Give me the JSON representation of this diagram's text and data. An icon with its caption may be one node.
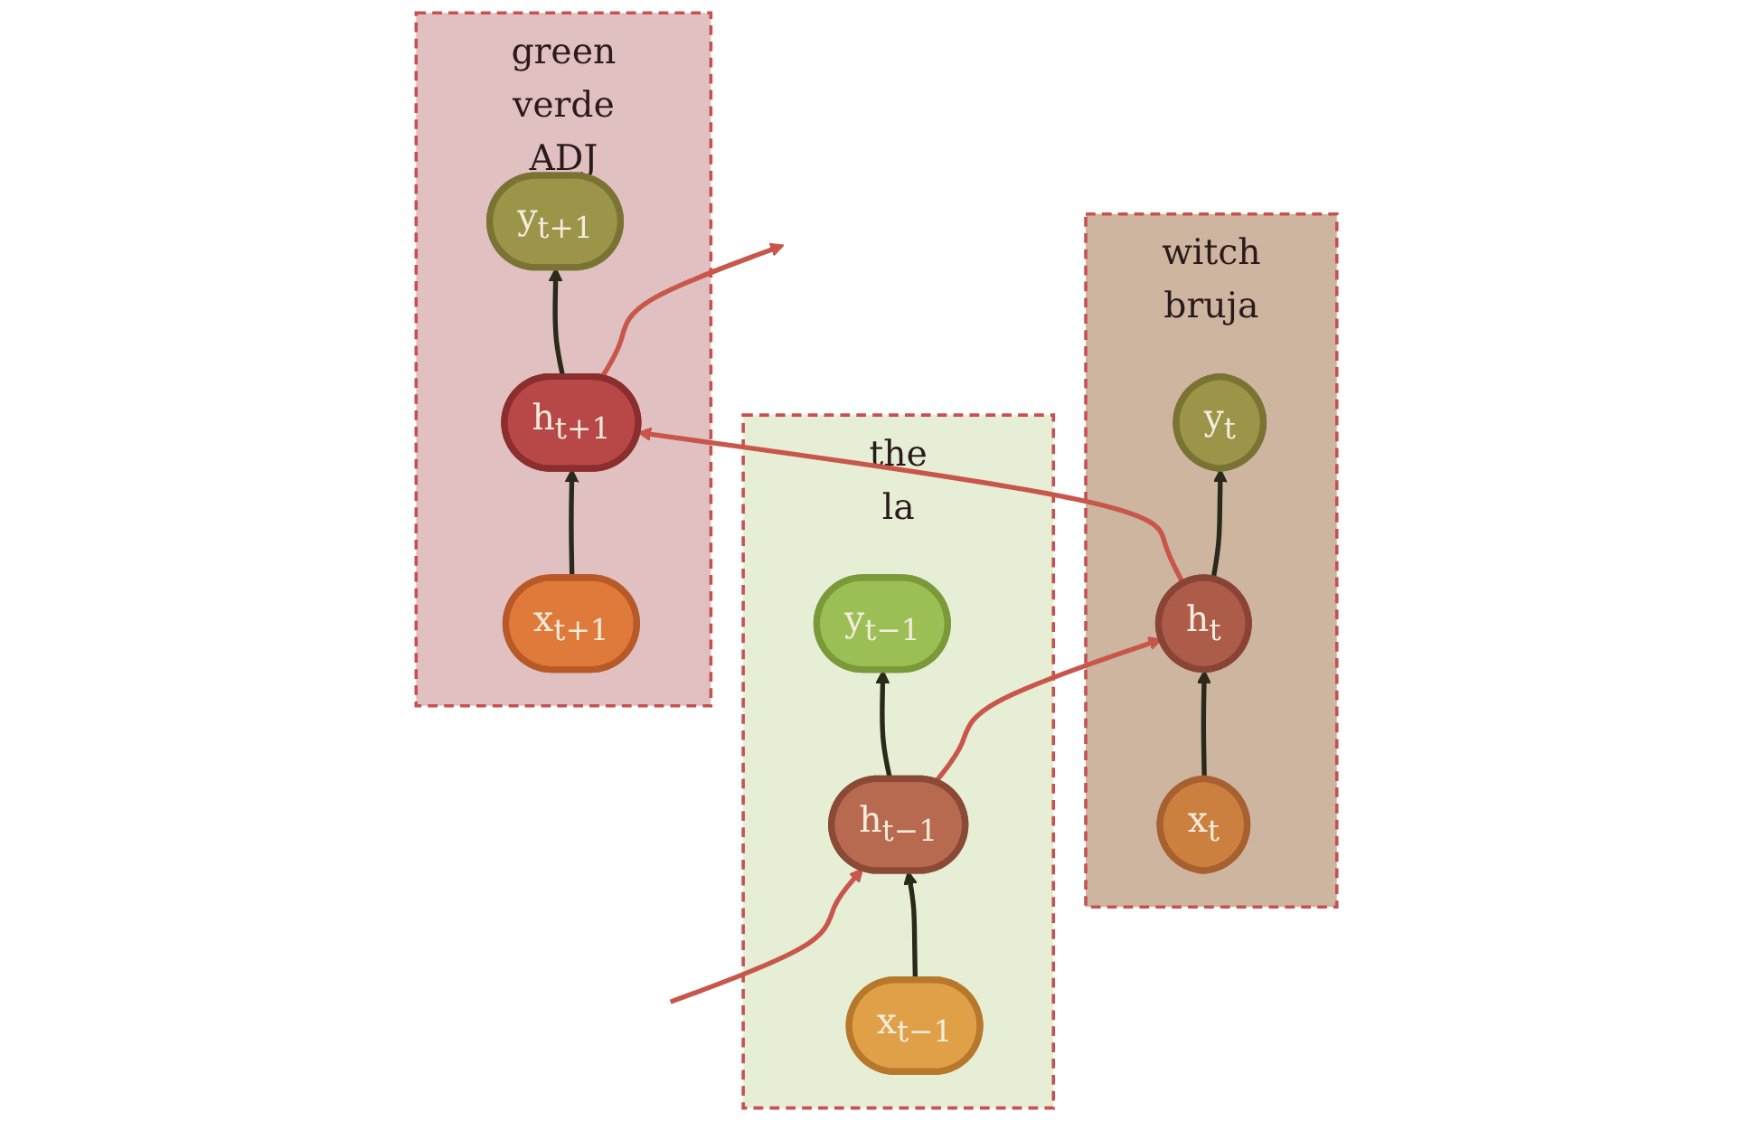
{
  "diagram": {
    "nodes": [
      {
        "text": [
          "the",
          "la"
        ]
      },
      {
        "text": [
          "y$_{t−1}$"
        ],
        "in": 0
      },
      {
        "text": [
          "h$_{t−1}$"
        ],
        "in": 0
      },
      {
        "text": [
          "x$_{t−1}$"
        ],
        "in": 0
      },
      {
        "text": [
          "witch",
          "bruja"
        ]
      },
      {
        "text": [
          "y$_{t}$"
        ],
        "in": 4
      },
      {
        "text": [
          "h$_{t}$"
        ],
        "in": 4
      },
      {
        "text": [
          "x$_{t}$"
        ],
        "in": 4
      },
      {
        "text": [
          "green",
          "verde",
          "ADJ"
        ]
      },
      {
        "text": [
          "y$_{t+1}$"
        ],
        "in": 8
      },
      {
        "text": [
          "h$_{t+1}$"
        ],
        "in": 8
      },
      {
        "text": [
          "x$_{t+1}$"
        ],
        "in": 8
      }
    ],
    "edges": [
      {
        "from": null,
        "to": 2,
        "arrow": "to",
        "color": "#c8564a"
      },
      {
        "from": 3,
        "to": 2,
        "arrow": "to"
      },
      {
        "from": 2,
        "to": 1,
        "arrow": "to"
      },
      {
        "from": 2,
        "to": 6,
        "arrow": "to",
        "color": "#c8564a"
      },
      {
        "from": 7,
        "to": 6,
        "arrow": "to"
      },
      {
        "from": 6,
        "to": 5,
        "arrow": "to"
      },
      {
        "from": 6,
        "to": 10,
        "arrow": "to",
        "color": "#c8564a"
      },
      {
        "from": 11,
        "to": 10,
        "arrow": "to"
      },
      {
        "from": 10,
        "to": 9,
        "arrow": "to"
      },
      {
        "from": 10,
        "to": null,
        "arrow": "to",
        "color": "#c8564a"
      }
    ]
  }
}
